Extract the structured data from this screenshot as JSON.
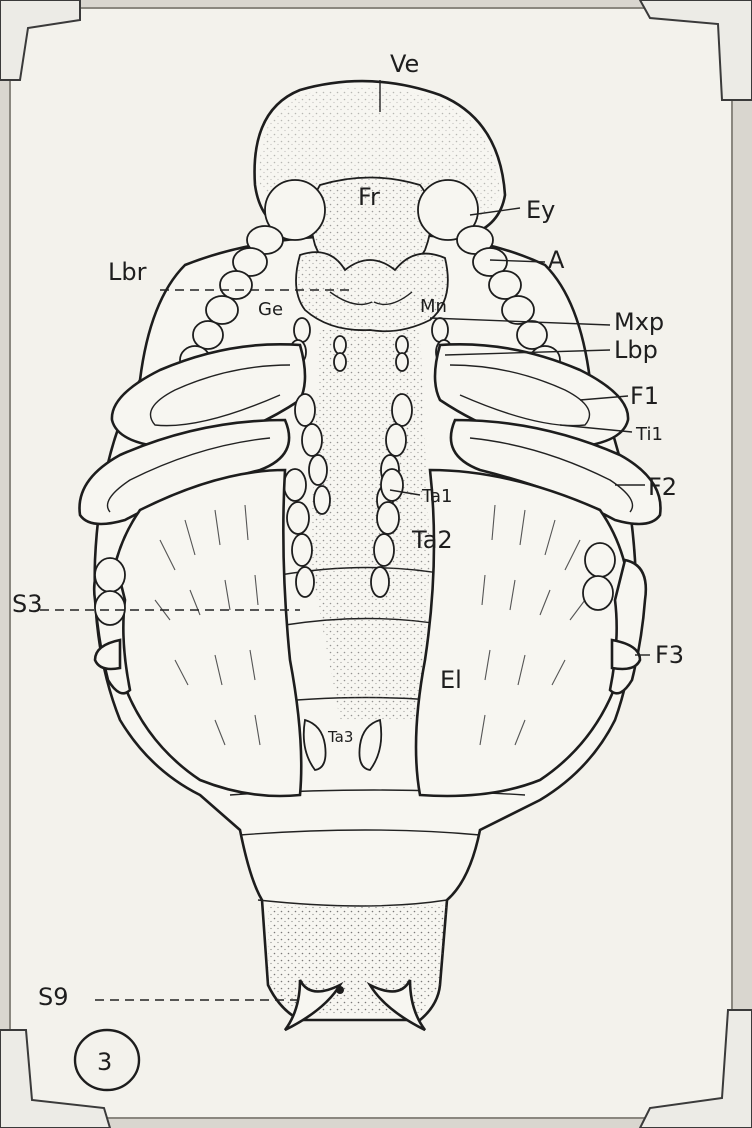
{
  "figure_number": "3",
  "labels": {
    "ve": "Ve",
    "fr": "Fr",
    "ey": "Ey",
    "a": "A",
    "lbr": "Lbr",
    "ge": "Ge",
    "mn": "Mn",
    "mxp": "Mxp",
    "lbp": "Lbp",
    "f1": "F1",
    "ti1": "Ti1",
    "f2": "F2",
    "ta1": "Ta1",
    "ta2": "Ta2",
    "s3": "S3",
    "el": "El",
    "f3": "F3",
    "ta3": "Ta3",
    "s9": "S9"
  },
  "colors": {
    "paper": "#f3f2ec",
    "ink": "#1d1d1d",
    "background": "#d9d6cf"
  }
}
